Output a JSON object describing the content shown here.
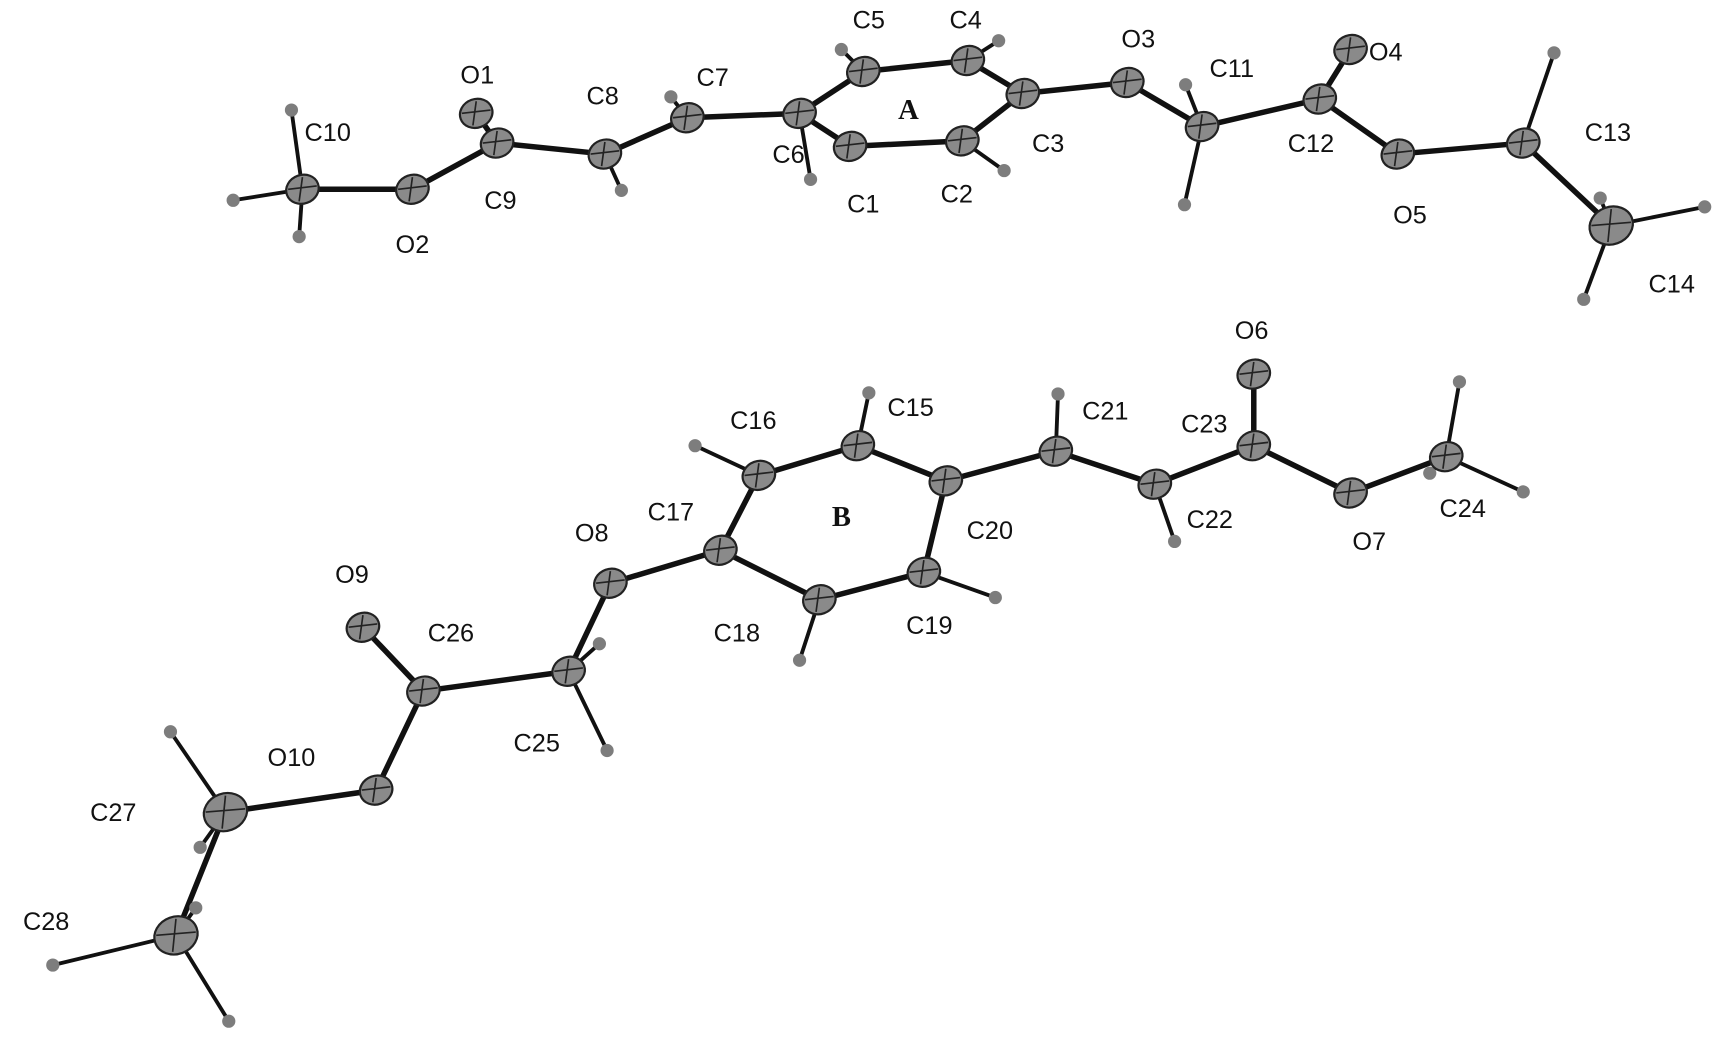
{
  "molecules": [
    {
      "label": "A",
      "atoms": [
        "C1",
        "C2",
        "C3",
        "C4",
        "C5",
        "C6",
        "C7",
        "C8",
        "C9",
        "C10",
        "C11",
        "C12",
        "C13",
        "C14",
        "O1",
        "O2",
        "O3",
        "O4",
        "O5"
      ]
    },
    {
      "label": "B",
      "atoms": [
        "C15",
        "C16",
        "C17",
        "C18",
        "C19",
        "C20",
        "C21",
        "C22",
        "C23",
        "C24",
        "C25",
        "C26",
        "C27",
        "C28",
        "O6",
        "O7",
        "O8",
        "O9",
        "O10"
      ]
    }
  ],
  "bonds": [
    [
      "C10",
      "O2"
    ],
    [
      "O2",
      "C9"
    ],
    [
      "C9",
      "O1"
    ],
    [
      "C9",
      "C8"
    ],
    [
      "C8",
      "C7"
    ],
    [
      "C7",
      "C6"
    ],
    [
      "C6",
      "C5"
    ],
    [
      "C5",
      "C4"
    ],
    [
      "C4",
      "C3"
    ],
    [
      "C3",
      "C2"
    ],
    [
      "C2",
      "C1"
    ],
    [
      "C1",
      "C6"
    ],
    [
      "C3",
      "O3"
    ],
    [
      "O3",
      "C11"
    ],
    [
      "C11",
      "C12"
    ],
    [
      "C12",
      "O4"
    ],
    [
      "C12",
      "O5"
    ],
    [
      "O5",
      "C13"
    ],
    [
      "C13",
      "C14"
    ],
    [
      "C15",
      "C16"
    ],
    [
      "C16",
      "C17"
    ],
    [
      "C17",
      "C18"
    ],
    [
      "C18",
      "C19"
    ],
    [
      "C19",
      "C20"
    ],
    [
      "C20",
      "C15"
    ],
    [
      "C20",
      "C21"
    ],
    [
      "C21",
      "C22"
    ],
    [
      "C22",
      "C23"
    ],
    [
      "C23",
      "O6"
    ],
    [
      "C23",
      "O7"
    ],
    [
      "O7",
      "C24"
    ],
    [
      "C17",
      "O8"
    ],
    [
      "O8",
      "C25"
    ],
    [
      "C25",
      "C26"
    ],
    [
      "C26",
      "O9"
    ],
    [
      "C26",
      "O10"
    ],
    [
      "O10",
      "C27"
    ],
    [
      "C27",
      "C28"
    ]
  ]
}
